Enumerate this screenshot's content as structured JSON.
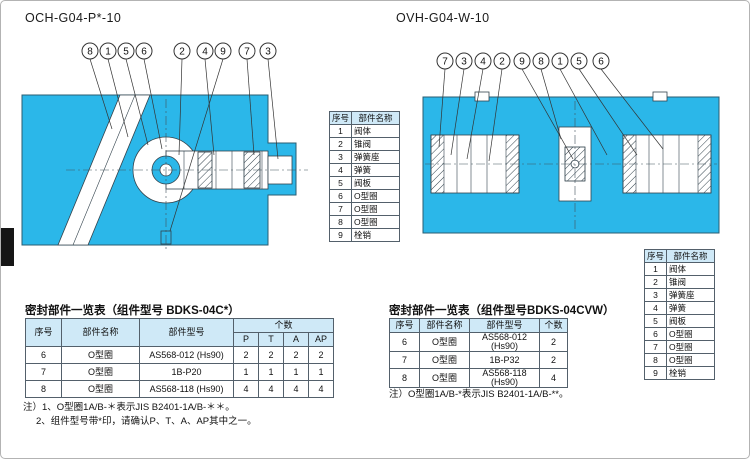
{
  "titles": {
    "left": "OCH-G04-P*-10",
    "right": "OVH-G04-W-10"
  },
  "left_diagram": {
    "callouts": [
      "8",
      "1",
      "5",
      "6",
      "2",
      "4",
      "9",
      "7",
      "3"
    ]
  },
  "right_diagram": {
    "callouts": [
      "7",
      "3",
      "4",
      "2",
      "9",
      "8",
      "1",
      "5",
      "6"
    ]
  },
  "parts_table": {
    "headers": [
      "序号",
      "部件名称"
    ],
    "rows": [
      [
        "1",
        "阀体"
      ],
      [
        "2",
        "锥阀"
      ],
      [
        "3",
        "弹簧座"
      ],
      [
        "4",
        "弹簧"
      ],
      [
        "5",
        "阀板"
      ],
      [
        "6",
        "O型圈"
      ],
      [
        "7",
        "O型圈"
      ],
      [
        "8",
        "O型圈"
      ],
      [
        "9",
        "栓销"
      ]
    ]
  },
  "left_seal_table": {
    "title": "密封部件一览表（组件型号 BDKS-04C*）",
    "headers": {
      "no": "序号",
      "name": "部件名称",
      "model": "部件型号",
      "qty": "个数",
      "qty_cols": [
        "P",
        "T",
        "A",
        "AP"
      ]
    },
    "rows": [
      {
        "no": "6",
        "name": "O型圈",
        "model": "AS568-012 (Hs90)",
        "qty": [
          "2",
          "2",
          "2",
          "2"
        ]
      },
      {
        "no": "7",
        "name": "O型圈",
        "model": "1B-P20",
        "qty": [
          "1",
          "1",
          "1",
          "1"
        ]
      },
      {
        "no": "8",
        "name": "O型圈",
        "model": "AS568-118 (Hs90)",
        "qty": [
          "4",
          "4",
          "4",
          "4"
        ]
      }
    ],
    "notes": [
      "注）1、O型圈1A/B-＊表示JIS B2401-1A/B-＊＊。",
      "2、组件型号带*印，请确认P、T、A、AP其中之一。"
    ]
  },
  "right_seal_table": {
    "title": "密封部件一览表（组件型号BDKS-04CVW）",
    "headers": {
      "no": "序号",
      "name": "部件名称",
      "model": "部件型号",
      "qty": "个数"
    },
    "rows": [
      {
        "no": "6",
        "name": "O型圈",
        "model": "AS568-012 (Hs90)",
        "qty": "2"
      },
      {
        "no": "7",
        "name": "O型圈",
        "model": "1B-P32",
        "qty": "2"
      },
      {
        "no": "8",
        "name": "O型圈",
        "model": "AS568-118 (Hs90)",
        "qty": "4"
      }
    ],
    "note": "注）O型圈1A/B-*表示JIS B2401-1A/B-**。"
  },
  "colors": {
    "diagram_cyan": "#2bb7e9",
    "table_header_bg": "#cfe9f7"
  }
}
